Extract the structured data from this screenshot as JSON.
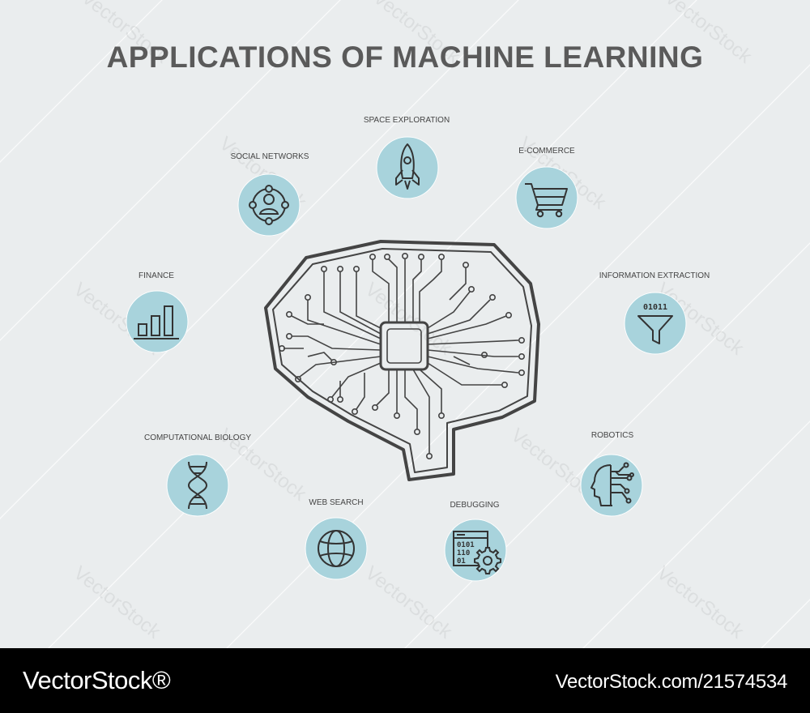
{
  "title": "APPLICATIONS OF MACHINE LEARNING",
  "center_icon": "circuit-brain-icon",
  "colors": {
    "background": "#eaedee",
    "circle": "#a8d3dc",
    "line": "#333333",
    "title": "#5a5a5a"
  },
  "applications": [
    {
      "label": "SPACE EXPLORATION",
      "icon": "rocket-icon"
    },
    {
      "label": "E-COMMERCE",
      "icon": "shopping-cart-icon"
    },
    {
      "label": "SOCIAL NETWORKS",
      "icon": "social-network-icon"
    },
    {
      "label": "FINANCE",
      "icon": "bar-chart-icon"
    },
    {
      "label": "INFORMATION EXTRACTION",
      "icon": "binary-funnel-icon"
    },
    {
      "label": "COMPUTATIONAL BIOLOGY",
      "icon": "dna-icon"
    },
    {
      "label": "ROBOTICS",
      "icon": "robot-head-icon"
    },
    {
      "label": "WEB SEARCH",
      "icon": "globe-icon"
    },
    {
      "label": "DEBUGGING",
      "icon": "code-gear-icon"
    }
  ],
  "funnel_digits": "01011",
  "debug_digits": [
    "0101",
    "110",
    "01"
  ],
  "watermark": "VectorStock",
  "footer": {
    "brand": "VectorStock®",
    "image_id": "VectorStock.com/21574534"
  }
}
